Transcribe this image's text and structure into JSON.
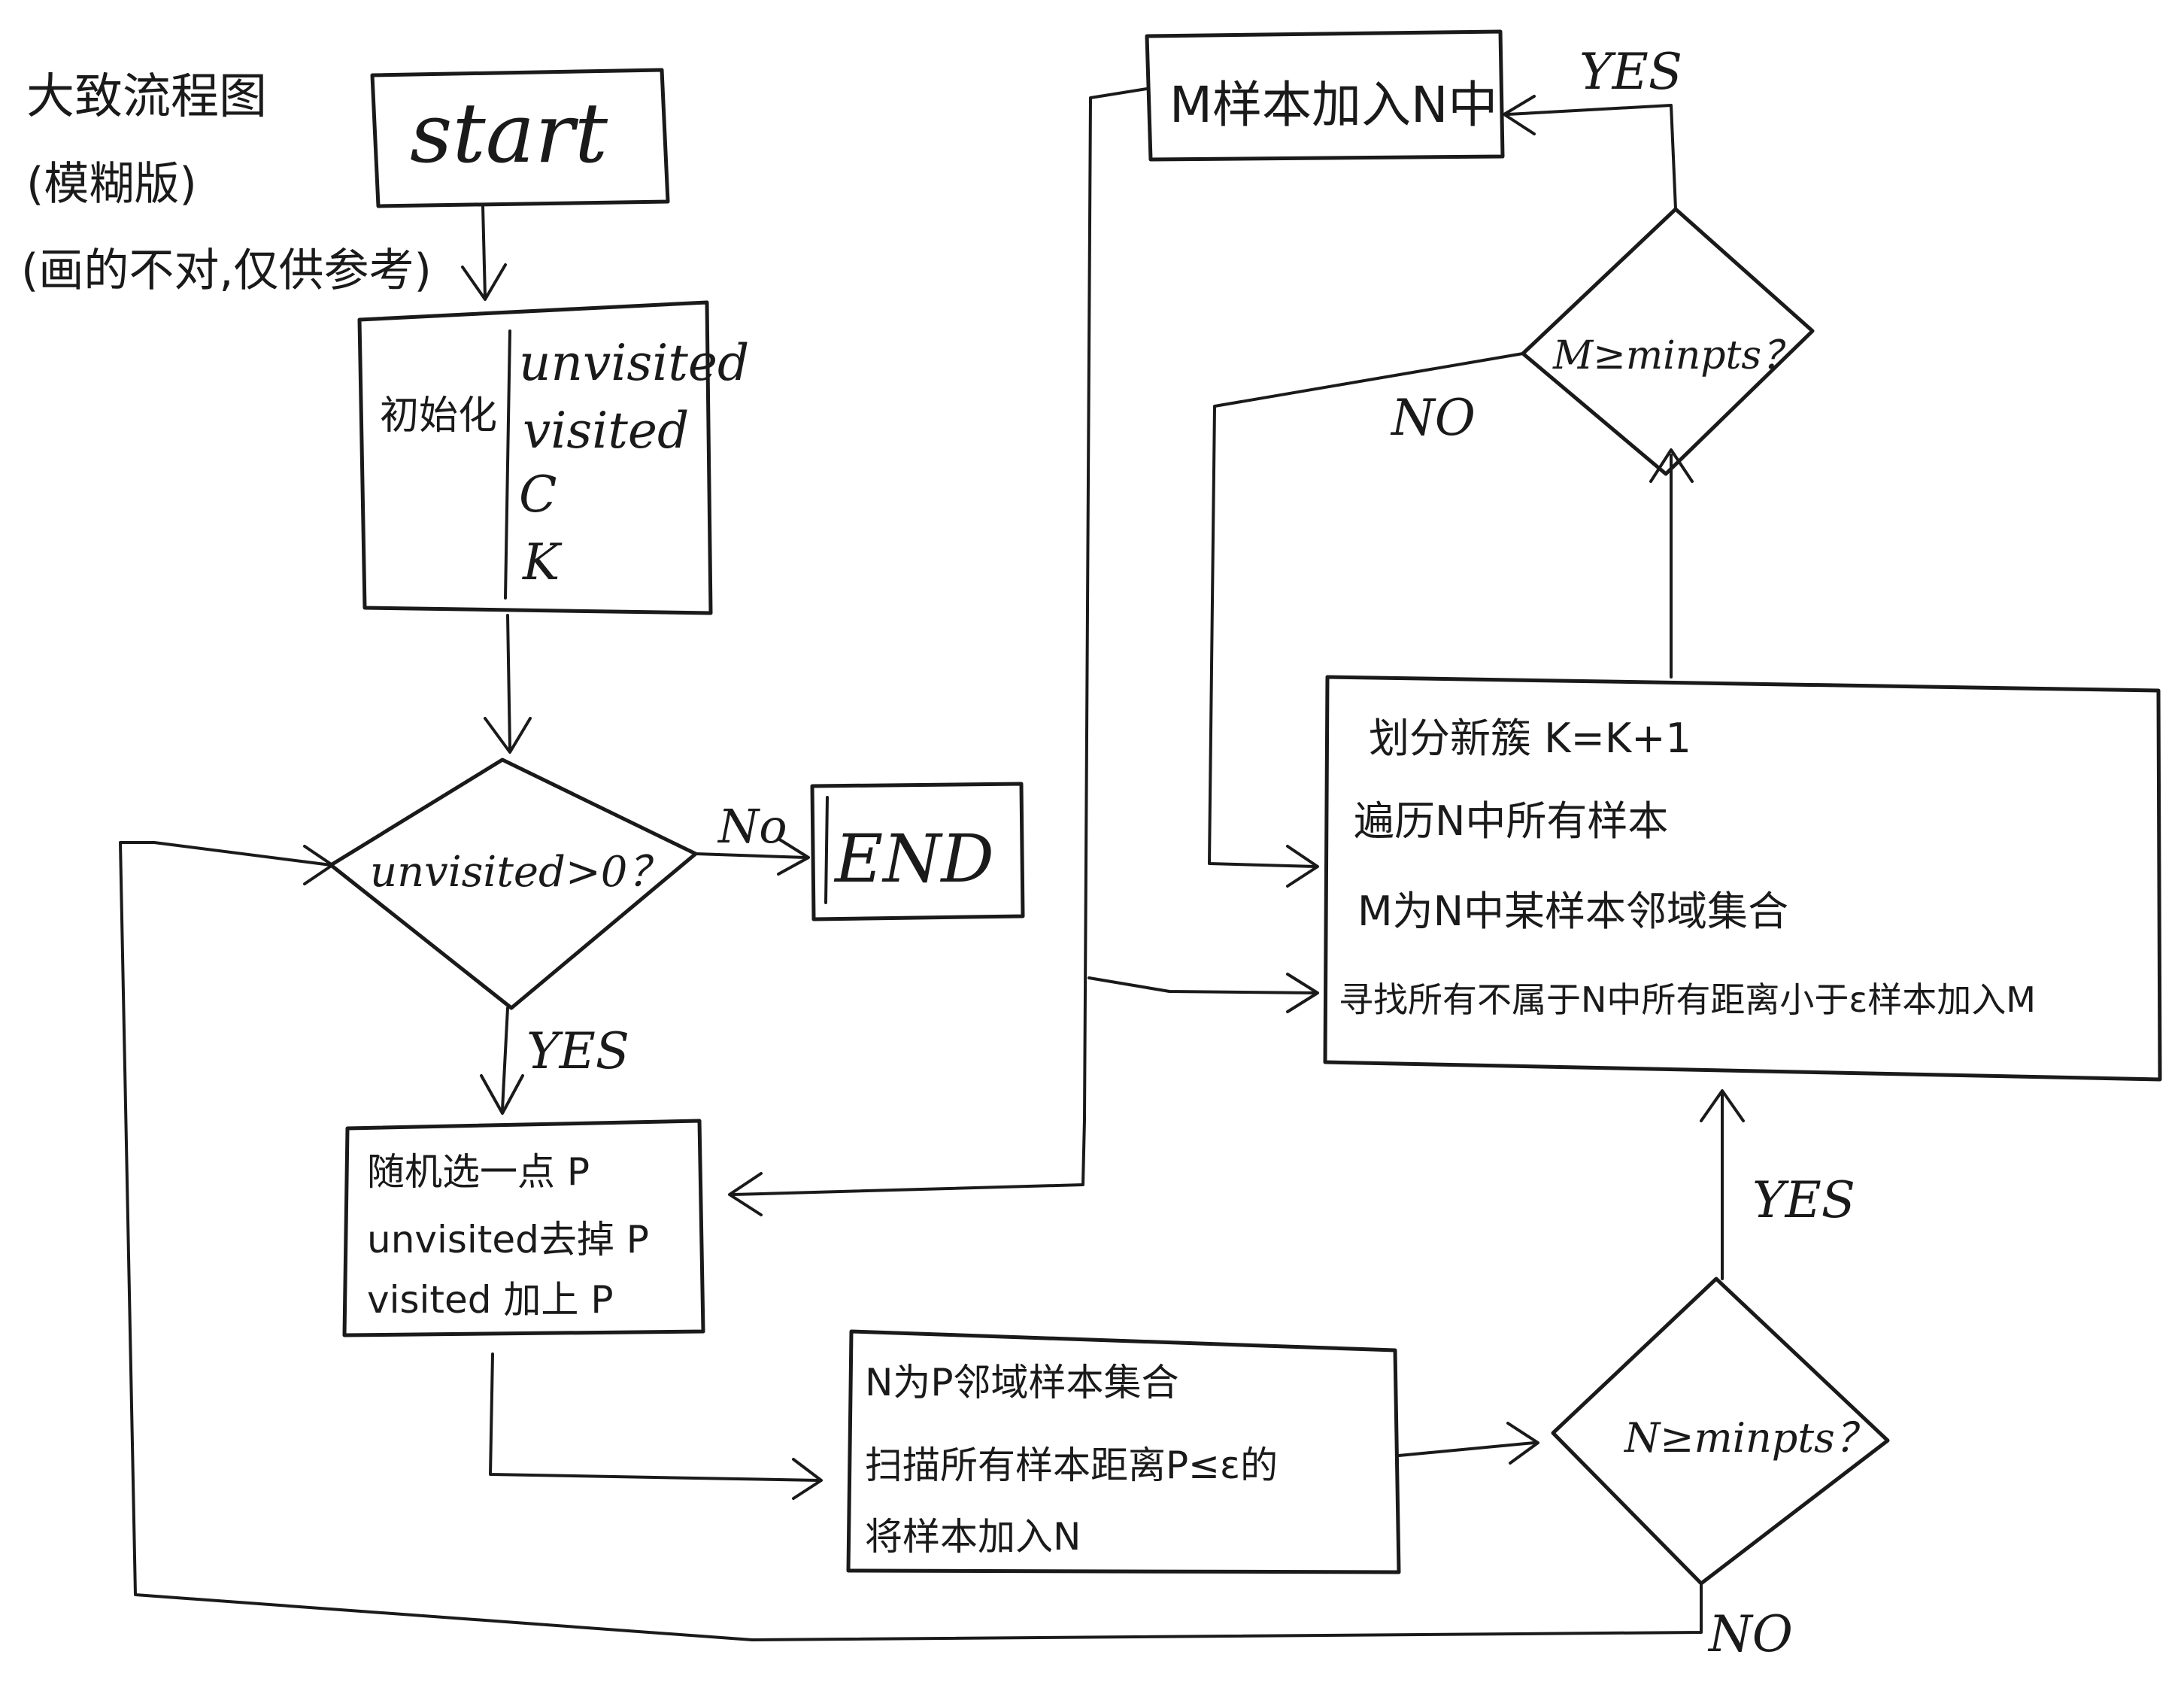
{
  "title_note": {
    "line1": "大致流程图",
    "line2": "(模糊版)",
    "line3": "(画的不对,仅供参考)"
  },
  "nodes": {
    "start": "start",
    "init": {
      "label": "初始化",
      "items": [
        "unvisited",
        "visited",
        "C",
        "K"
      ]
    },
    "decision_unvisited": "unvisited>0？",
    "end": "END",
    "pick_point": {
      "lines": [
        "随机选一点 P",
        "unvisited去掉 P",
        "visited 加上 P"
      ]
    },
    "neighborhood": {
      "lines": [
        "N为P邻域样本集合",
        "扫描所有样本距离P≤ε的",
        "将样本加入N"
      ]
    },
    "decision_n": "N≥minpts？",
    "new_cluster": {
      "lines": [
        "划分新簇 K=K+1",
        "遍历N中所有样本",
        "M为N中某样本邻域集合",
        "寻找所有不属于N中所有距离小于ε样本加入M"
      ]
    },
    "decision_m": "M≥minpts？",
    "m_into_n": "M样本加入N中"
  },
  "edge_labels": {
    "no_end": "No",
    "yes_pick": "YES",
    "yes_cluster": "YES",
    "no_loop": "NO",
    "yes_m": "YES",
    "no_m": "NO"
  }
}
